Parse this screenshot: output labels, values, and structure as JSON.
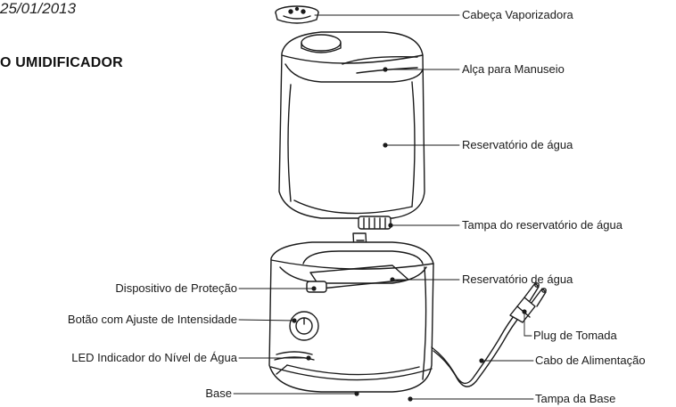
{
  "header": {
    "date": "25/01/2013",
    "section_title": "O UMIDIFICADOR"
  },
  "labels": {
    "cabeca": "Cabeça Vaporizadora",
    "alca": "Alça para Manuseio",
    "reservatorio_superior": "Reservatório de água",
    "tampa_reservatorio": "Tampa do reservatório de água",
    "reservatorio_base": "Reservatório de água",
    "dispositivo": "Dispositivo de Proteção",
    "botao": "Botão com Ajuste de Intensidade",
    "led": "LED Indicador do Nível de Água",
    "base": "Base",
    "plug": "Plug de Tomada",
    "cabo": "Cabo de Alimentação",
    "tampa_base": "Tampa da Base"
  }
}
